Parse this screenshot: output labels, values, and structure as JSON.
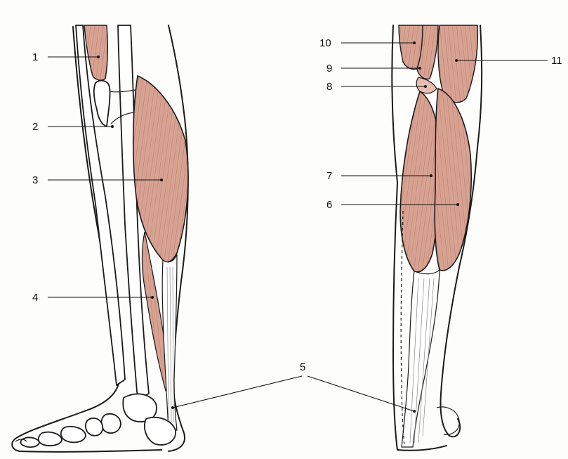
{
  "colors": {
    "muscle": "#d9a494",
    "muscle_dark": "#b97a6a",
    "outline": "#1a1a1a"
  },
  "labels": [
    {
      "id": "label-1",
      "text": "1"
    },
    {
      "id": "label-2",
      "text": "2"
    },
    {
      "id": "label-3",
      "text": "3"
    },
    {
      "id": "label-4",
      "text": "4"
    },
    {
      "id": "label-5",
      "text": "5"
    },
    {
      "id": "label-6",
      "text": "6"
    },
    {
      "id": "label-7",
      "text": "7"
    },
    {
      "id": "label-8",
      "text": "8"
    },
    {
      "id": "label-9",
      "text": "9"
    },
    {
      "id": "label-10",
      "text": "10"
    },
    {
      "id": "label-11",
      "text": "11"
    }
  ]
}
